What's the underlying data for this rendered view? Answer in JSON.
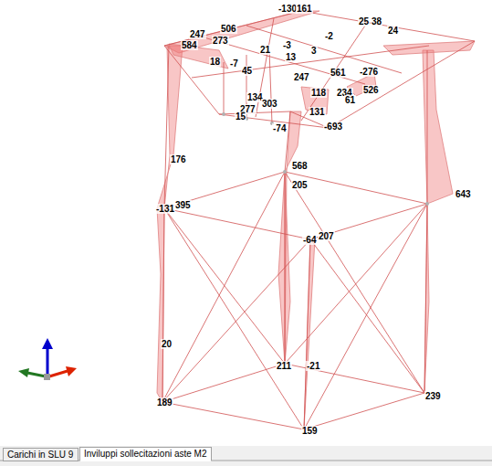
{
  "diagram": {
    "nodes": [
      {
        "text": [
          "Carichi in SLU 9"
        ]
      },
      {
        "text": [
          "Inviluppi sollecitazioni aste M2"
        ]
      }
    ],
    "labels": [
      "-130",
      "161",
      "247",
      "506",
      "273",
      "584",
      "25",
      "38",
      "24",
      "-2",
      "21",
      "-3",
      "3",
      "18",
      "13",
      "-7",
      "45",
      "234",
      "247",
      "561",
      "-276",
      "118",
      "526",
      "61",
      "134",
      "303",
      "277",
      "15",
      "-74",
      "-693",
      "131",
      "176",
      "568",
      "205",
      "643",
      "-131",
      "395",
      "-64",
      "207",
      "20",
      "211",
      "-21",
      "189",
      "239",
      "159"
    ]
  }
}
